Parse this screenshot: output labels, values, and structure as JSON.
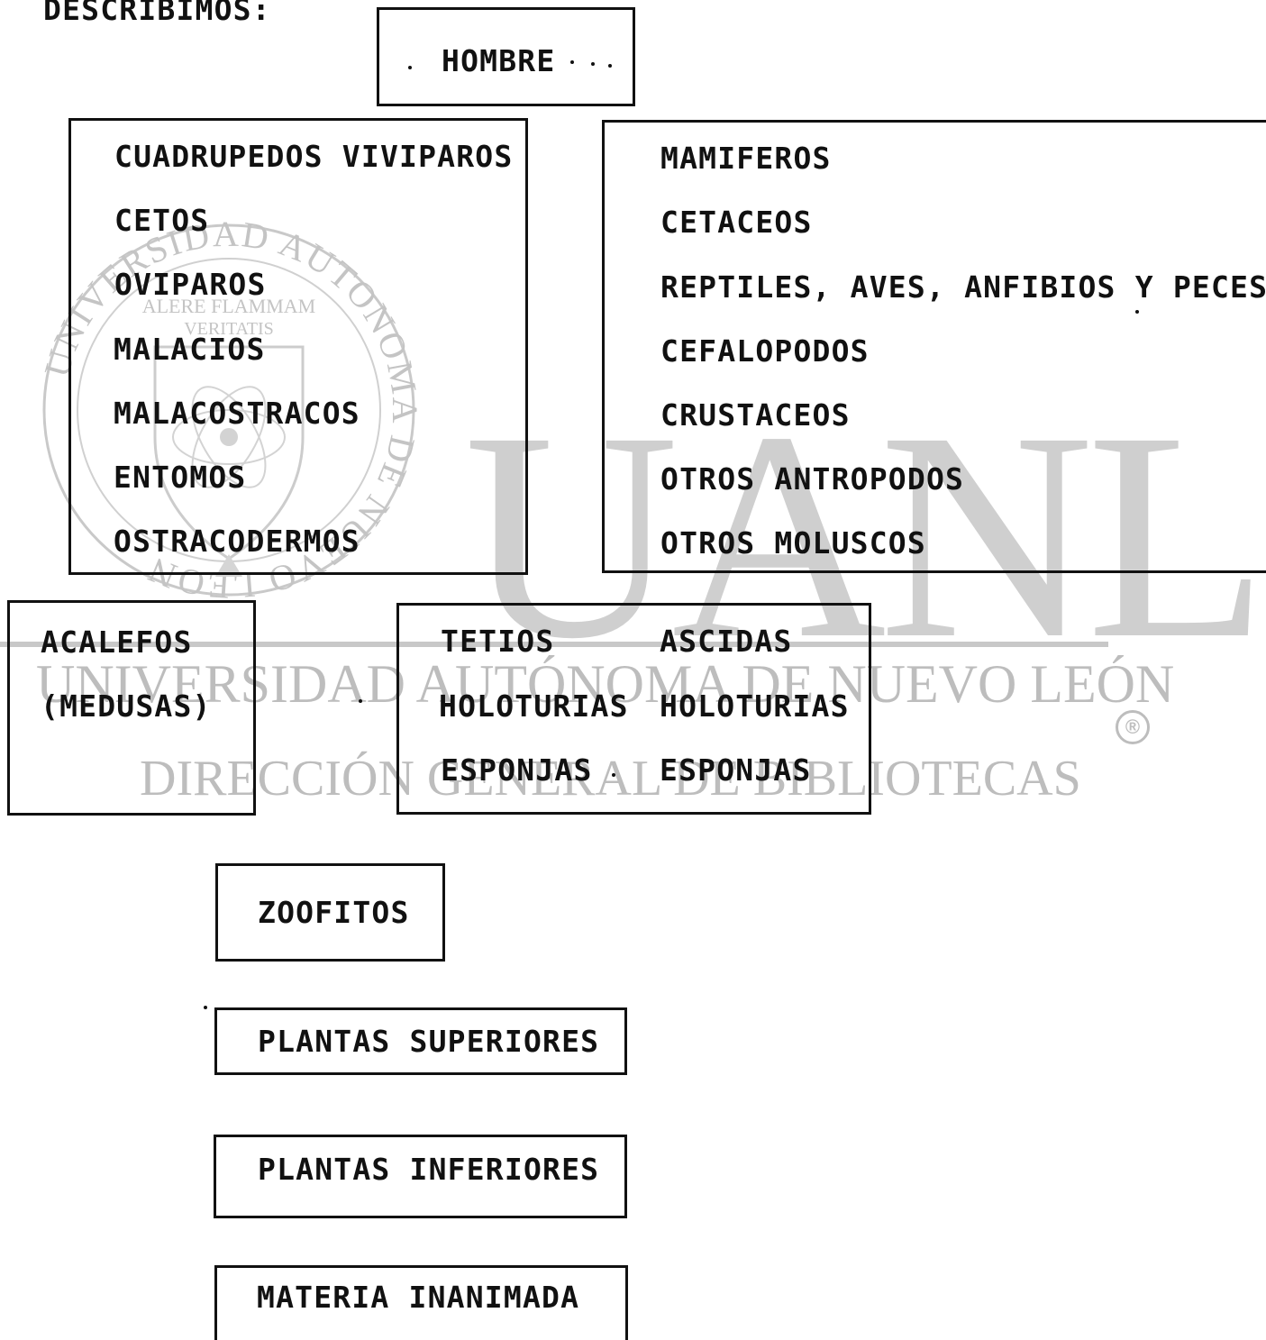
{
  "header": {
    "label": "DESCRIBIMOS:"
  },
  "hombre": {
    "label": "HOMBRE"
  },
  "left_group": [
    "CUADRUPEDOS VIVIPAROS",
    "CETOS",
    "OVIPAROS",
    "MALACIOS",
    "MALACOSTRACOS",
    "ENTOMOS",
    "OSTRACODERMOS"
  ],
  "right_group": [
    "MAMIFEROS",
    "CETACEOS",
    "REPTILES, AVES, ANFIBIOS Y PECES",
    "CEFALOPODOS",
    "CRUSTACEOS",
    "OTROS ANTROPODOS",
    "OTROS MOLUSCOS"
  ],
  "acalefos": {
    "line1": "ACALEFOS",
    "line2": "(MEDUSAS)"
  },
  "middle_group": {
    "left_col": [
      "TETIOS",
      "HOLOTURIAS",
      "ESPONJAS"
    ],
    "right_col": [
      "ASCIDAS",
      "HOLOTURIAS",
      "ESPONJAS"
    ]
  },
  "boxes": {
    "zoofitos": "ZOOFITOS",
    "plantas_superiores": "PLANTAS SUPERIORES",
    "plantas_inferiores": "PLANTAS INFERIORES",
    "materia_inanimada": "MATERIA INANIMADA"
  },
  "watermark": {
    "letters": "UANL",
    "university": "UNIVERSIDAD AUTÓNOMA DE NUEVO LEÓN",
    "direction": "DIRECCIÓN GENERAL DE BIBLIOTECAS",
    "registered": "®",
    "seal_outer": "UNIVERSIDAD AUTONOMA DE NUEVO LEON",
    "seal_motto_1": "ALERE FLAMMAM",
    "seal_motto_2": "VERITATIS"
  }
}
